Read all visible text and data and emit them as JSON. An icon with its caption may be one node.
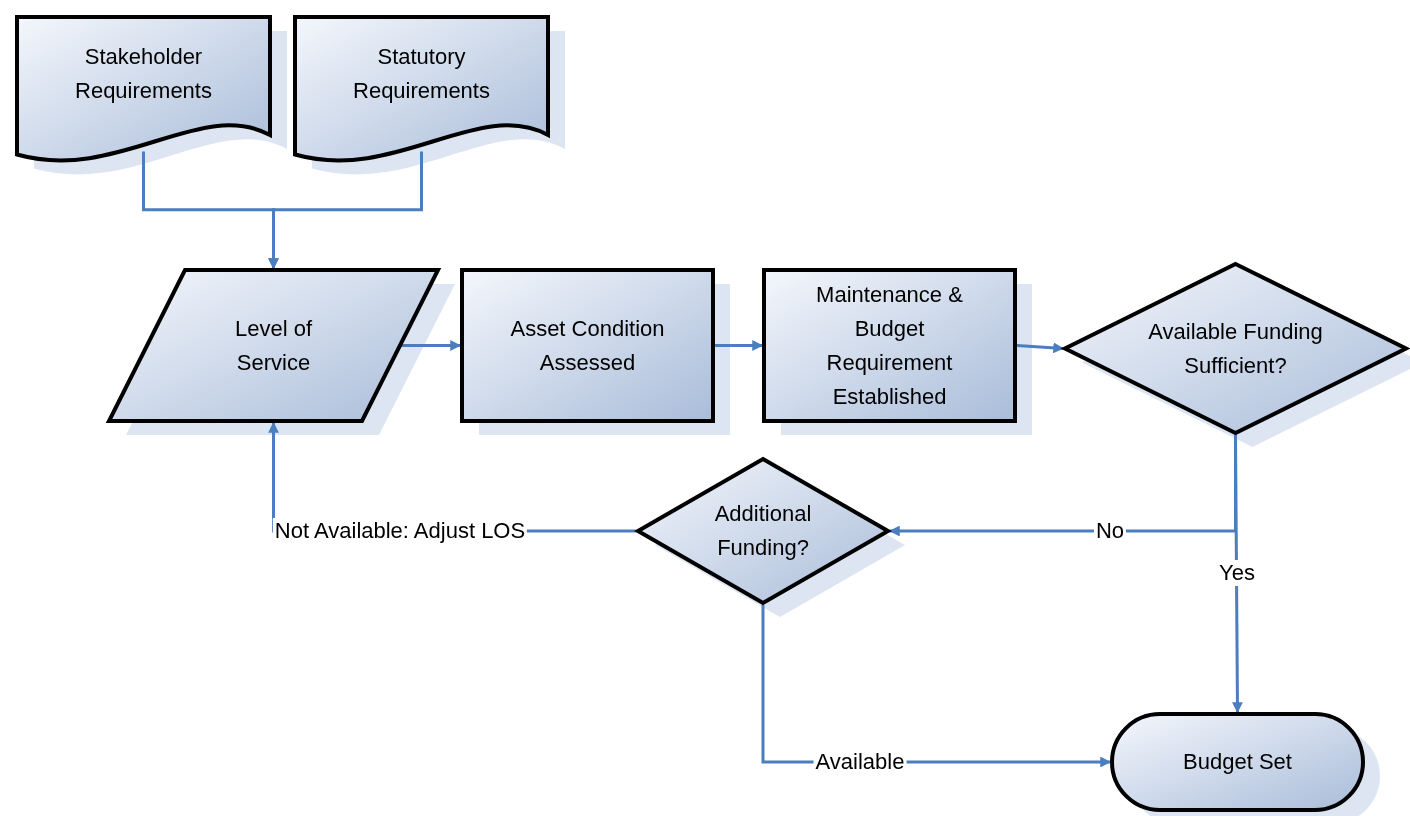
{
  "diagram": {
    "nodes": [
      {
        "text": [
          "Stakeholder Requirements"
        ]
      },
      {
        "text": [
          "Statutory Requirements"
        ]
      },
      {
        "text": [
          "Level of Service"
        ]
      },
      {
        "text": [
          "Asset Condition Assessed"
        ]
      },
      {
        "text": [
          "Maintenance & Budget Requirement Established"
        ]
      },
      {
        "text": [
          "Available Funding Sufficient?"
        ]
      },
      {
        "text": [
          "Additional Funding?"
        ]
      },
      {
        "text": [
          "Budget Set"
        ]
      }
    ],
    "edges": [
      {
        "from": 0,
        "to": 2,
        "arrow": "to"
      },
      {
        "from": 1,
        "to": 2,
        "arrow": "to"
      },
      {
        "from": 2,
        "to": 3,
        "arrow": "to"
      },
      {
        "from": 3,
        "to": 4,
        "arrow": "to"
      },
      {
        "from": 4,
        "to": 5,
        "arrow": "to"
      },
      {
        "from": 5,
        "to": 6,
        "arrow": "to",
        "label": "No"
      },
      {
        "from": 5,
        "to": 7,
        "arrow": "to",
        "label": "Yes"
      },
      {
        "from": 6,
        "to": 2,
        "arrow": "to",
        "label": "Not Available: Adjust LOS"
      },
      {
        "from": 6,
        "to": 7,
        "arrow": "to",
        "label": "Available"
      }
    ]
  }
}
